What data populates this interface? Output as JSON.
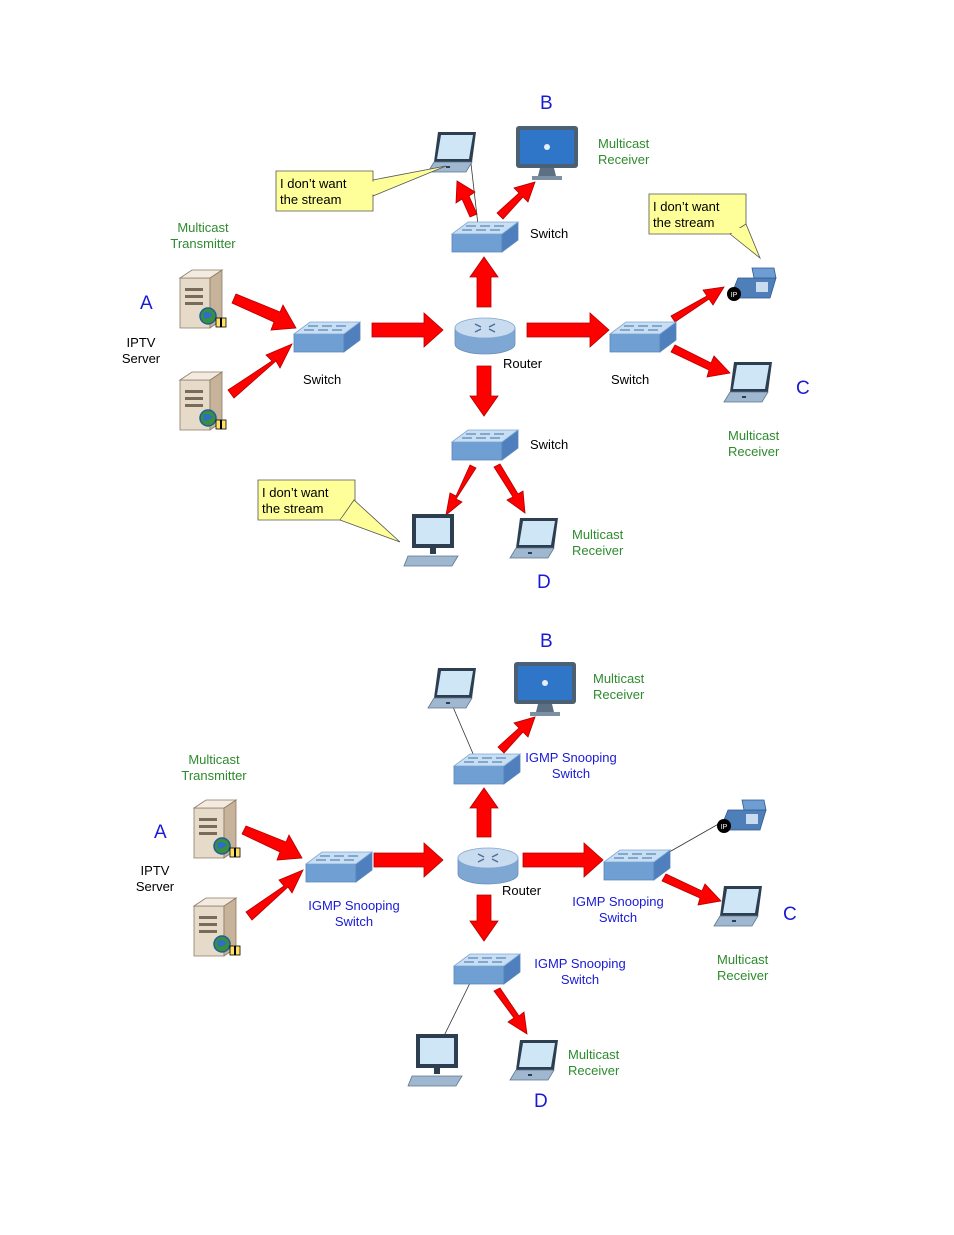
{
  "diagram1": {
    "node_a": {
      "letter": "A",
      "role_line1": "Multicast",
      "role_line2": "Transmitter",
      "device_line1": "IPTV",
      "device_line2": "Server"
    },
    "node_b": {
      "letter": "B",
      "role_line1": "Multicast",
      "role_line2": "Receiver"
    },
    "node_c": {
      "letter": "C",
      "role_line1": "Multicast",
      "role_line2": "Receiver"
    },
    "node_d": {
      "letter": "D",
      "role_line1": "Multicast",
      "role_line2": "Receiver"
    },
    "switch_left": "Switch",
    "switch_top": "Switch",
    "switch_right": "Switch",
    "switch_bottom": "Switch",
    "router": "Router",
    "callout_top": {
      "line1": "I don’t want",
      "line2": "the stream"
    },
    "callout_right": {
      "line1": "I don’t want",
      "line2": "the stream"
    },
    "callout_bottom": {
      "line1": "I don’t want",
      "line2": "the stream"
    }
  },
  "diagram2": {
    "node_a": {
      "letter": "A",
      "role_line1": "Multicast",
      "role_line2": "Transmitter",
      "device_line1": "IPTV",
      "device_line2": "Server"
    },
    "node_b": {
      "letter": "B",
      "role_line1": "Multicast",
      "role_line2": "Receiver"
    },
    "node_c": {
      "letter": "C",
      "role_line1": "Multicast",
      "role_line2": "Receiver"
    },
    "node_d": {
      "letter": "D",
      "role_line1": "Multicast",
      "role_line2": "Receiver"
    },
    "switch_left": {
      "line1": "IGMP Snooping",
      "line2": "Switch"
    },
    "switch_top": {
      "line1": "IGMP Snooping",
      "line2": "Switch"
    },
    "switch_right": {
      "line1": "IGMP Snooping",
      "line2": "Switch"
    },
    "switch_bottom": {
      "line1": "IGMP Snooping",
      "line2": "Switch"
    },
    "router": "Router"
  },
  "colors": {
    "arrow": "#ff0000",
    "switch_top": "#b8d4ee",
    "switch_side": "#7aa6d6",
    "label_green": "#2e8b2e",
    "label_blue": "#1a1ad6",
    "callout_fill": "#ffff99"
  }
}
